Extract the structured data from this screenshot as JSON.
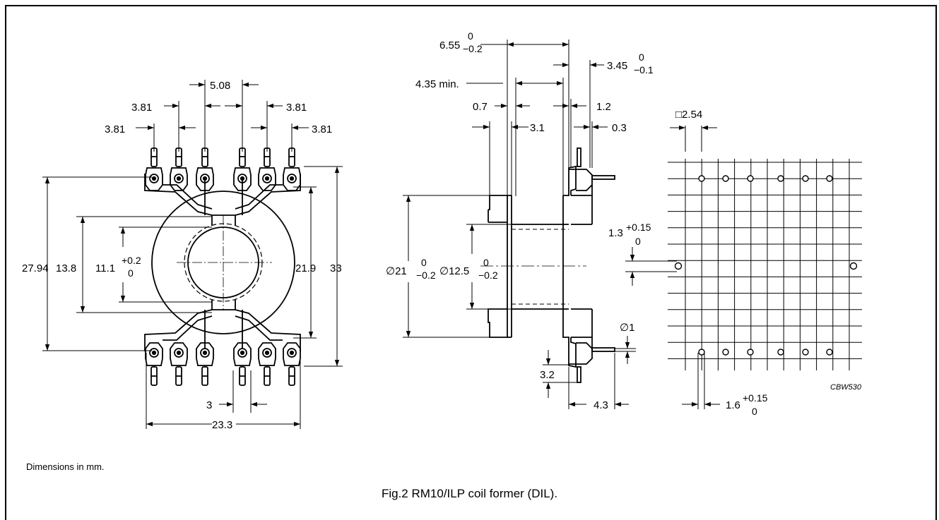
{
  "figure": {
    "caption": "Fig.2  RM10/ILP coil former (DIL).",
    "note": "Dimensions in mm.",
    "code": "CBW530"
  },
  "front_view": {
    "pitch_3_81_a": "3.81",
    "pitch_3_81_b": "3.81",
    "pitch_3_81_c": "3.81",
    "pitch_3_81_d": "3.81",
    "gap_5_08": "5.08",
    "height_27_94": "27.94",
    "height_13_8": "13.8",
    "height_11_1": "11.1",
    "tol_11_1_upper": "+0.2",
    "tol_11_1_lower": "0",
    "height_21_9": "21.9",
    "height_33": "33",
    "pin_gap_3": "3",
    "width_23_3": "23.3"
  },
  "side_view": {
    "dim_6_55": "6.55",
    "tol_6_55_upper": "0",
    "tol_6_55_lower": "−0.2",
    "dim_4_35": "4.35 min.",
    "dim_3_45": "3.45",
    "tol_3_45_upper": "0",
    "tol_3_45_lower": "−0.1",
    "dim_0_7": "0.7",
    "dim_1_2": "1.2",
    "dim_3_1": "3.1",
    "dim_0_3": "0.3",
    "dia_21": "∅21",
    "tol_21_upper": "0",
    "tol_21_lower": "−0.2",
    "dia_12_5": "∅12.5",
    "tol_12_5_upper": "0",
    "tol_12_5_lower": "−0.2",
    "dia_1": "∅1",
    "dim_3_2": "3.2",
    "dim_4_3": "4.3"
  },
  "grid_view": {
    "grid_2_54": "□2.54",
    "dim_1_3": "1.3",
    "tol_1_3_upper": "+0.15",
    "tol_1_3_lower": "0",
    "dim_1_6": "1.6",
    "tol_1_6_upper": "+0.15",
    "tol_1_6_lower": "0"
  }
}
